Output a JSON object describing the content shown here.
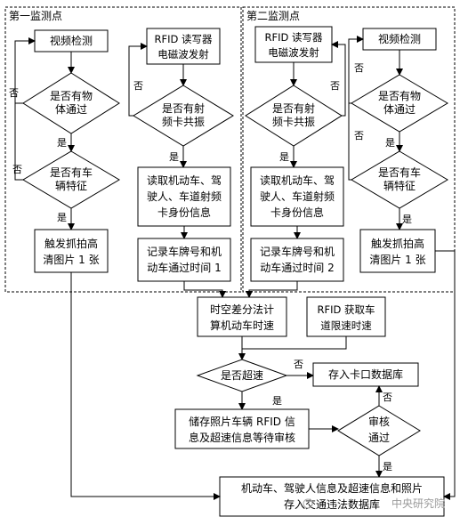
{
  "zones": {
    "zone1_title": "第一监测点",
    "zone2_title": "第二监测点"
  },
  "zone1": {
    "video_detect": "视频检测",
    "object_q": [
      "是否有物",
      "体通过"
    ],
    "vehicle_q": [
      "是否有车",
      "辆特征"
    ],
    "capture": [
      "触发抓拍高",
      "清图片 1 张"
    ],
    "rfid_emit": [
      "RFID 读写器",
      "电磁波发射"
    ],
    "resonance_q": [
      "是否有射",
      "频卡共振"
    ],
    "read_info": [
      "读取机动车、驾",
      "驶人、车道射频",
      "卡身份信息"
    ],
    "record_time": [
      "记录车牌号和机",
      "动车通过时间 1"
    ]
  },
  "zone2": {
    "rfid_emit": [
      "RFID 读写器",
      "电磁波发射"
    ],
    "resonance_q": [
      "是否有射",
      "频卡共振"
    ],
    "read_info": [
      "读取机动车、驾",
      "驶人、车道射频",
      "卡身份信息"
    ],
    "record_time": [
      "记录车牌号和机",
      "动车通过时间 2"
    ],
    "video_detect": "视频检测",
    "object_q": [
      "是否有物",
      "体通过"
    ],
    "vehicle_q": [
      "是否有车",
      "辆特征"
    ],
    "capture": [
      "触发抓拍高",
      "清图片 1 张"
    ]
  },
  "main": {
    "speed_calc": [
      "时空差分法计",
      "算机动车时速"
    ],
    "rfid_limit": [
      "RFID 获取车",
      "道限速时速"
    ],
    "speeding_q": "是否超速",
    "store_checkpoint": "存入卡口数据库",
    "store_pending": [
      "储存照片车辆 RFID 信",
      "息及超速信息等待审核"
    ],
    "review_q": [
      "审核",
      "通过"
    ],
    "final_store": [
      "机动车、驾驶人信息及超速信息和照片",
      "存入交通违法数据库"
    ]
  },
  "labels": {
    "yes": "是",
    "no": "否"
  },
  "watermark": "中央研究院"
}
